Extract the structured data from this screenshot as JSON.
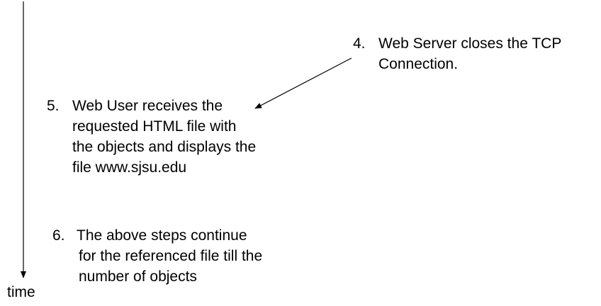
{
  "timeline": {
    "label": "time"
  },
  "steps": [
    {
      "number": "4.",
      "lines": [
        "Web Server closes the TCP",
        "Connection."
      ]
    },
    {
      "number": "5.",
      "lines": [
        "Web User receives the",
        "requested HTML file with",
        "the objects and displays the",
        "file www.sjsu.edu"
      ]
    },
    {
      "number": "6.",
      "lines": [
        "The above steps continue",
        "for the referenced file till the",
        "number of objects"
      ]
    }
  ]
}
